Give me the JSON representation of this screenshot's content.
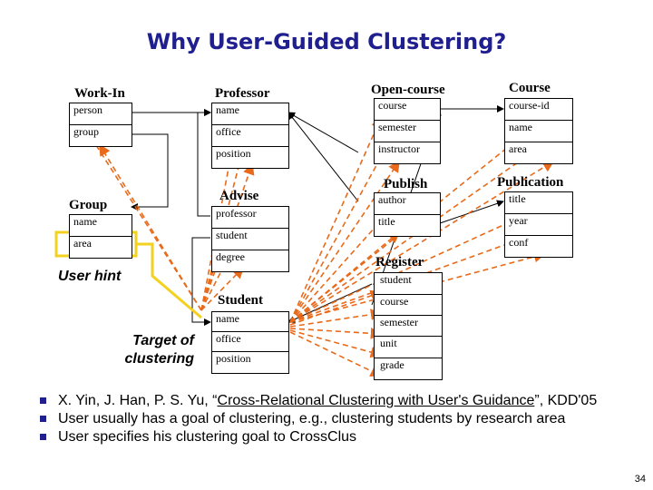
{
  "title": "Why User-Guided Clustering?",
  "tables": {
    "workin": {
      "name": "Work-In",
      "rows": [
        "person",
        "group"
      ]
    },
    "professor": {
      "name": "Professor",
      "rows": [
        "name",
        "office",
        "position"
      ]
    },
    "opencourse": {
      "name": "Open-course",
      "rows": [
        "course",
        "semester",
        "instructor"
      ]
    },
    "course": {
      "name": "Course",
      "rows": [
        "course-id",
        "name",
        "area"
      ]
    },
    "group": {
      "name": "Group",
      "rows": [
        "name",
        "area"
      ]
    },
    "advise": {
      "name": "Advise",
      "rows": [
        "professor",
        "student",
        "degree"
      ]
    },
    "publish": {
      "name": "Publish",
      "rows": [
        "author",
        "title"
      ]
    },
    "publication": {
      "name": "Publication",
      "rows": [
        "title",
        "year",
        "conf"
      ]
    },
    "register": {
      "name": "Register",
      "rows": [
        "student",
        "course",
        "semester",
        "unit",
        "grade"
      ]
    },
    "student": {
      "name": "Student",
      "rows": [
        "name",
        "office",
        "position"
      ]
    }
  },
  "labels": {
    "user_hint": "User hint",
    "target_line1": "Target of",
    "target_line2": "clustering"
  },
  "bullets": {
    "b1_pre": "X. Yin, J. Han, P. S. Yu, “",
    "b1_link": "Cross-Relational Clustering with User's Guidance",
    "b1_post": "”, KDD'05",
    "b2": "User usually has a goal of clustering, e.g., clustering students by research area",
    "b3": "User specifies his clustering goal to CrossClus"
  },
  "page_number": "34",
  "colors": {
    "title": "#1f1f8f",
    "link_arrow": "#e86a1a",
    "hint_highlight": "#f2d11f",
    "bullet": "#1f1f8f"
  }
}
